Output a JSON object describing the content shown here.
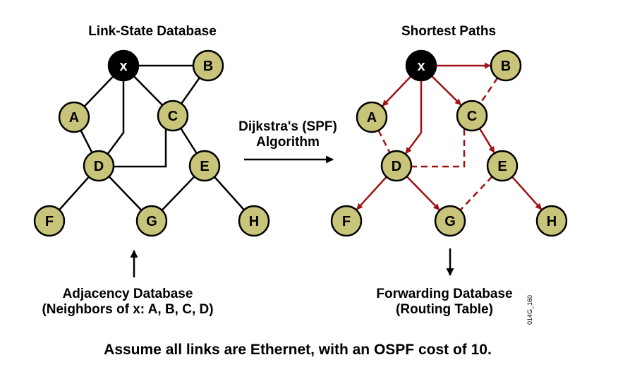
{
  "left_panel": {
    "title": "Link-State Database",
    "caption_line1": "Adjacency Database",
    "caption_line2": "(Neighbors of x: A, B, C, D)"
  },
  "middle": {
    "algorithm_line1": "Dijkstra's (SPF)",
    "algorithm_line2": "Algorithm"
  },
  "right_panel": {
    "title": "Shortest Paths",
    "caption_line1": "Forwarding Database",
    "caption_line2": "(Routing Table)"
  },
  "footer": "Assume all links are Ethernet, with an OSPF cost of 10.",
  "figure_code": "014G_160",
  "nodes": [
    {
      "id": "x",
      "label": "x",
      "root": true
    },
    {
      "id": "B",
      "label": "B"
    },
    {
      "id": "A",
      "label": "A"
    },
    {
      "id": "C",
      "label": "C"
    },
    {
      "id": "D",
      "label": "D"
    },
    {
      "id": "E",
      "label": "E"
    },
    {
      "id": "F",
      "label": "F"
    },
    {
      "id": "G",
      "label": "G"
    },
    {
      "id": "H",
      "label": "H"
    }
  ],
  "links": [
    [
      "x",
      "B"
    ],
    [
      "x",
      "A"
    ],
    [
      "x",
      "C"
    ],
    [
      "x",
      "D"
    ],
    [
      "B",
      "C"
    ],
    [
      "A",
      "D"
    ],
    [
      "C",
      "D"
    ],
    [
      "C",
      "E"
    ],
    [
      "D",
      "F"
    ],
    [
      "D",
      "G"
    ],
    [
      "E",
      "G"
    ],
    [
      "E",
      "H"
    ]
  ],
  "shortest_path_tree": [
    [
      "x",
      "B"
    ],
    [
      "x",
      "A"
    ],
    [
      "x",
      "C"
    ],
    [
      "x",
      "D"
    ],
    [
      "C",
      "E"
    ],
    [
      "D",
      "F"
    ],
    [
      "D",
      "G"
    ],
    [
      "E",
      "H"
    ]
  ],
  "colors": {
    "node_fill": "#c8c47a",
    "root_fill": "#000000",
    "edge": "#000000",
    "tree_edge": "#a01010",
    "background": "#ffffff"
  }
}
